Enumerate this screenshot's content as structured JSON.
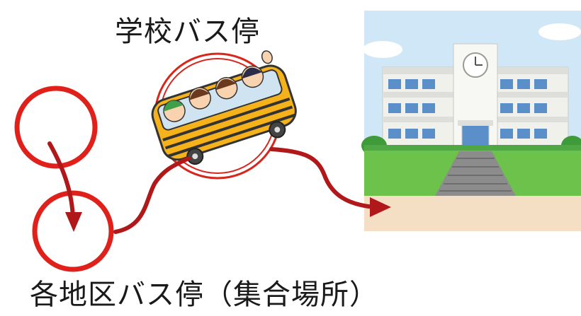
{
  "labels": {
    "school_bus_stop": "学校バス停",
    "district_bus_stop": "各地区バス停（集合場所）"
  },
  "colors": {
    "route_red": "#d7261c",
    "sky": "#c8e4f6",
    "grass": "#6cc24a",
    "ground": "#f5dfc4",
    "building": "#f1f1ec",
    "window": "#5a8fc9",
    "bus": "#f6b21a"
  },
  "icons": {
    "bus": "school-bus-with-children-illustration",
    "school": "school-building-illustration"
  }
}
